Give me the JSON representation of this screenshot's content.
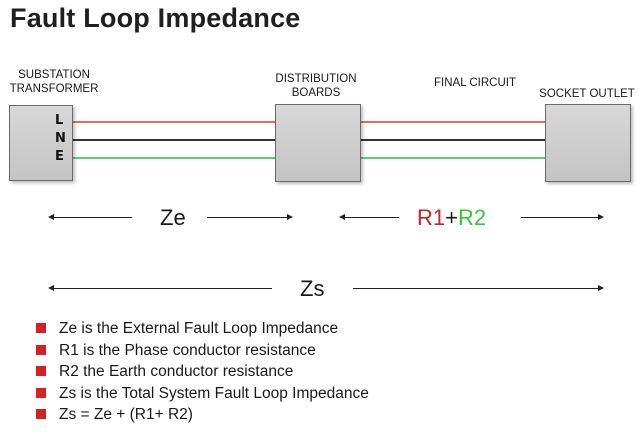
{
  "title": "Fault Loop Impedance",
  "labels": {
    "substation_line1": "SUBSTATION",
    "substation_line2": "TRANSFORMER",
    "distribution_line1": "DISTRIBUTION",
    "distribution_line2": "BOARDS",
    "final_circuit": "FINAL CIRCUIT",
    "socket_outlet": "SOCKET OUTLET"
  },
  "conductors": [
    "L",
    "N",
    "E"
  ],
  "wire_colors": {
    "line": "#e0705a",
    "neutral": "#333333",
    "earth": "#5fd35f"
  },
  "colors": {
    "r1": "#c4262a",
    "r2": "#3cc43c",
    "bullet": "#d42222"
  },
  "spans": {
    "ze": "Ze",
    "r1": "R1",
    "plus": "+",
    "r2": "R2",
    "zs": "Zs"
  },
  "bullets": [
    "Ze is the External Fault Loop Impedance",
    "R1 is the Phase conductor resistance",
    "R2 the Earth conductor resistance",
    "Zs is the Total System Fault Loop Impedance",
    "Zs = Ze + (R1+ R2)"
  ]
}
